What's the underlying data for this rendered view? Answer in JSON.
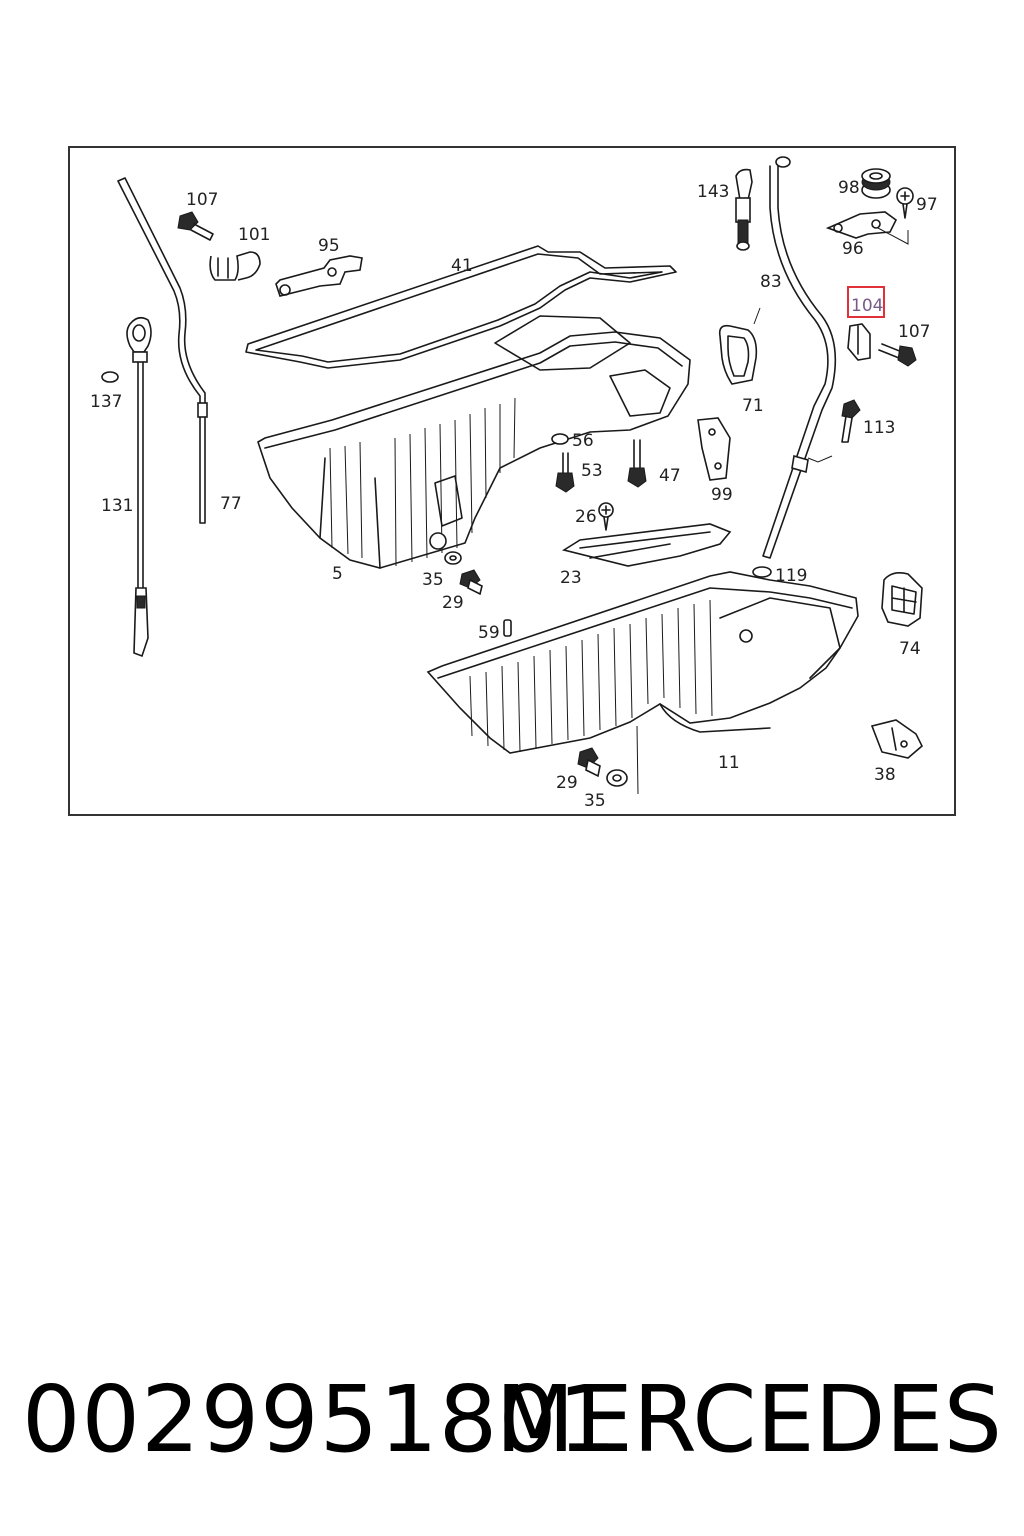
{
  "diagram": {
    "callouts": {
      "c107a": "107",
      "c101": "101",
      "c95": "95",
      "c41": "41",
      "c143": "143",
      "c98": "98",
      "c97": "97",
      "c96": "96",
      "c83": "83",
      "c104": "104",
      "c107b": "107",
      "c137": "137",
      "c71": "71",
      "c113": "113",
      "c131": "131",
      "c77": "77",
      "c56": "56",
      "c53": "53",
      "c47": "47",
      "c99": "99",
      "c26": "26",
      "c5": "5",
      "c35a": "35",
      "c29a": "29",
      "c23": "23",
      "c119": "119",
      "c74": "74",
      "c59": "59",
      "c11": "11",
      "c38": "38",
      "c29b": "29",
      "c35b": "35"
    },
    "highlighted_callout": "104",
    "highlight_color": "#e0303a"
  },
  "footer": {
    "part_number": "0029951801",
    "brand": "MERCEDES"
  }
}
